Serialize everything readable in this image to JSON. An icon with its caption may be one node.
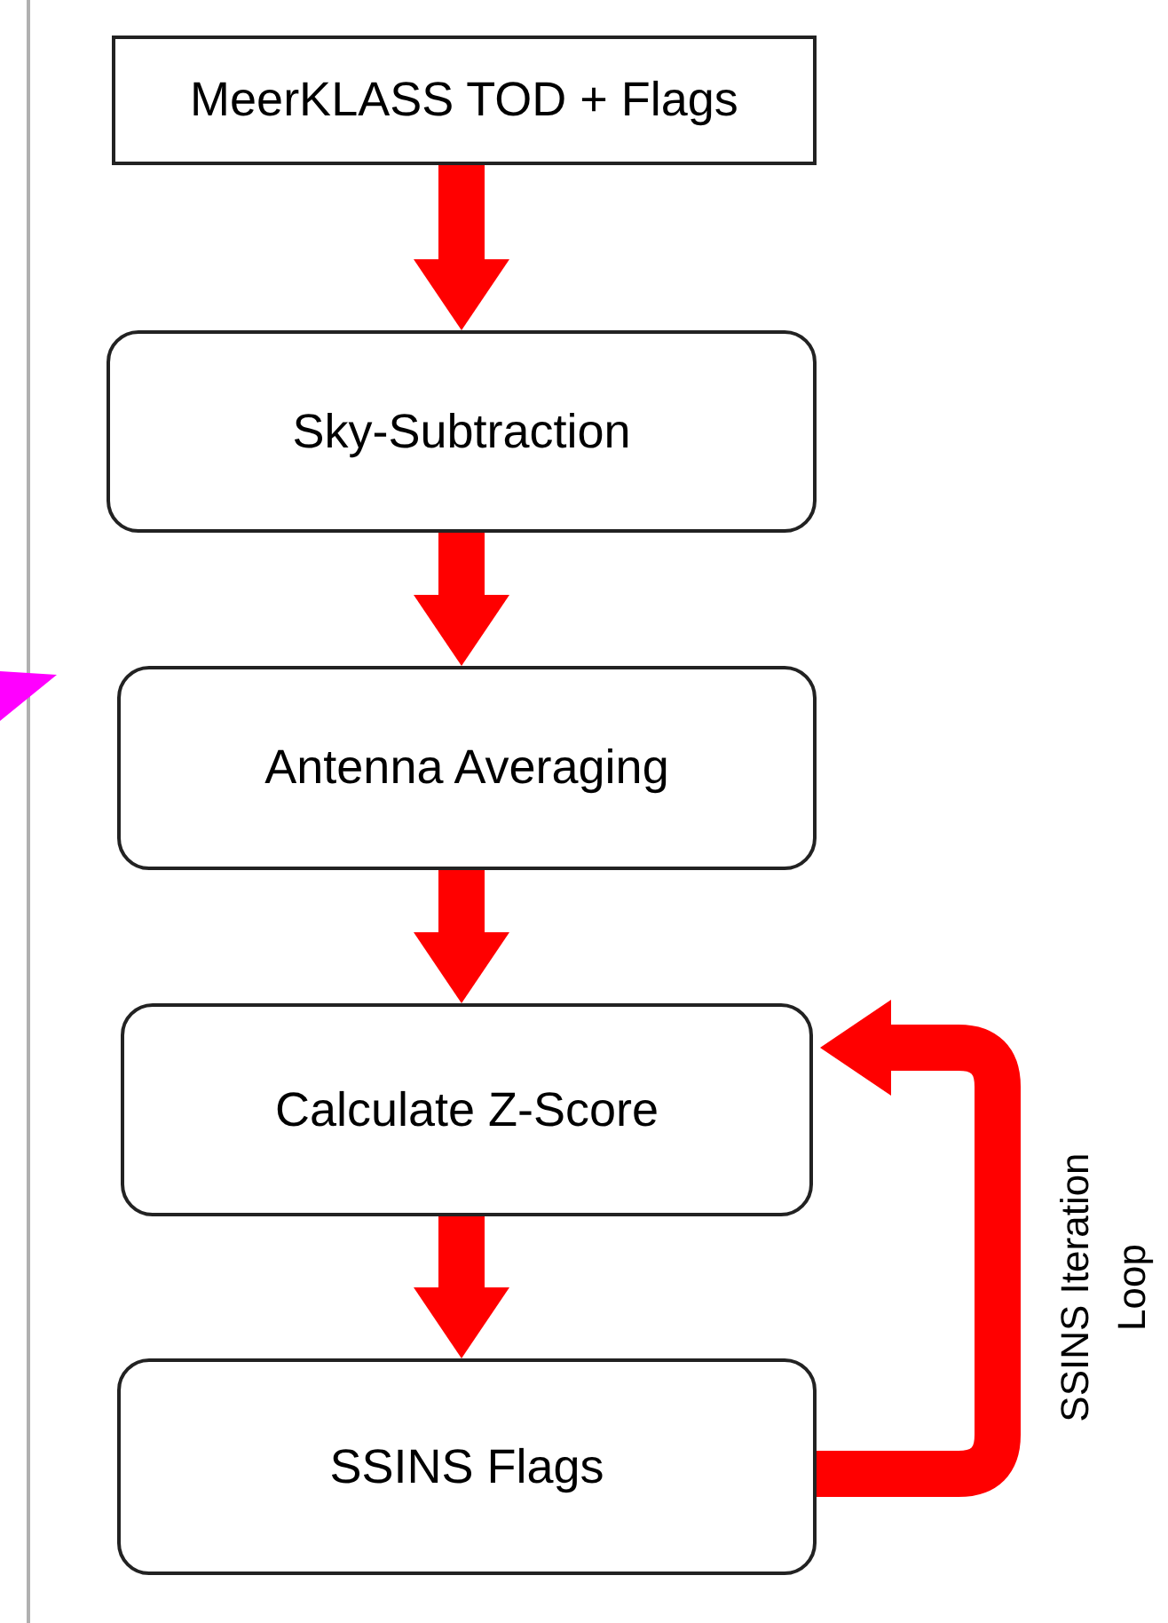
{
  "diagram": {
    "nodes": [
      {
        "text": [
          "MeerKLASS TOD + Flags"
        ]
      },
      {
        "text": [
          "Sky-Subtraction"
        ]
      },
      {
        "text": [
          "Antenna Averaging"
        ]
      },
      {
        "text": [
          "Calculate Z-Score"
        ]
      },
      {
        "text": [
          "SSINS Flags"
        ]
      }
    ],
    "edges": [
      {
        "from": 0,
        "to": 1,
        "arrow": "to"
      },
      {
        "from": 1,
        "to": 2,
        "arrow": "to"
      },
      {
        "from": 2,
        "to": 3,
        "arrow": "to"
      },
      {
        "from": 3,
        "to": 4,
        "arrow": "to"
      },
      {
        "from": 4,
        "to": 3,
        "arrow": "to",
        "label": "SSINS Iteration Loop"
      }
    ]
  }
}
